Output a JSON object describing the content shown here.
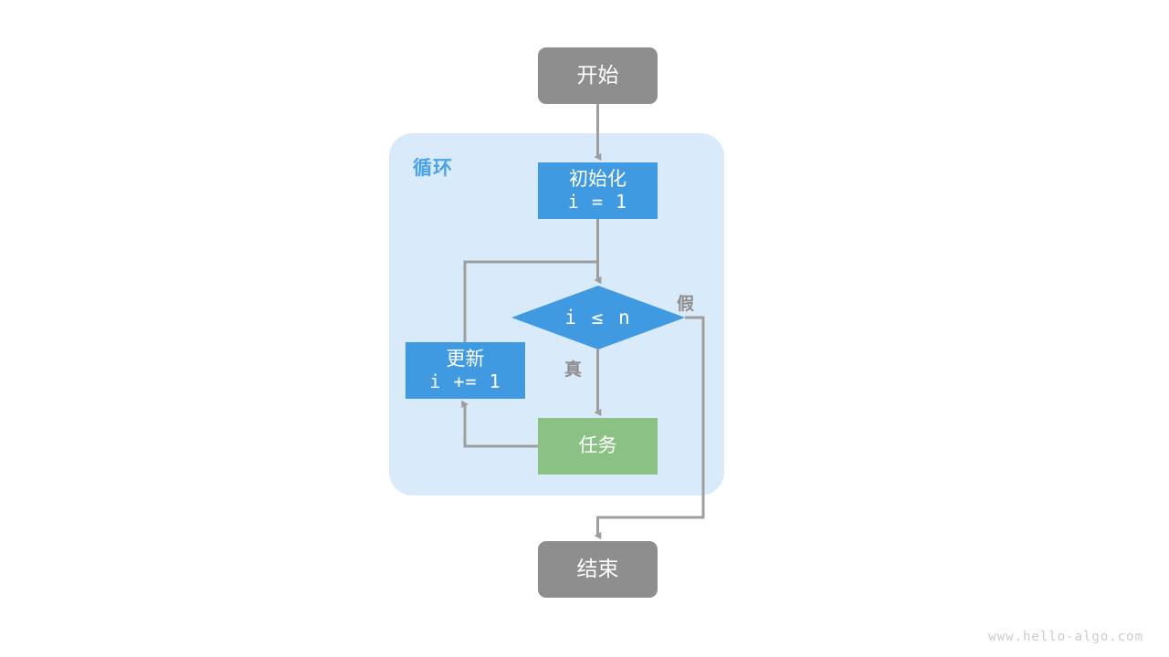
{
  "diagram": {
    "title": "for-loop-flowchart",
    "watermark": "www.hello-algo.com",
    "colors": {
      "terminal": "#8e8e8e",
      "process": "#3f9ae1",
      "task": "#8cc185",
      "container": "#d9eafa",
      "container_label": "#4ba3e8",
      "edge": "#9e9e9e",
      "background": "#ffffff"
    },
    "container": {
      "label": "循环"
    },
    "nodes": {
      "start": {
        "label": "开始"
      },
      "init": {
        "line1": "初始化",
        "line2": "i = 1"
      },
      "condition": {
        "label": "i ≤ n"
      },
      "task": {
        "label": "任务"
      },
      "update": {
        "line1": "更新",
        "line2": "i += 1"
      },
      "end": {
        "label": "结束"
      }
    },
    "edge_labels": {
      "true": "真",
      "false": "假"
    }
  }
}
